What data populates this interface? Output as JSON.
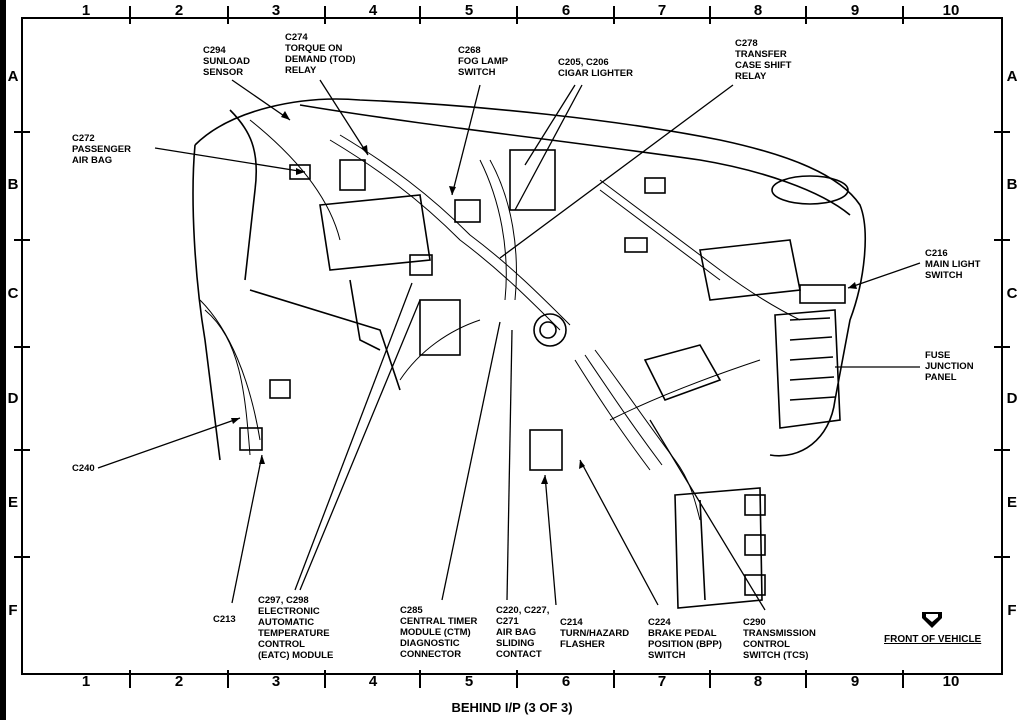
{
  "page": {
    "caption": "BEHIND I/P (3 OF 3)",
    "front_label": "FRONT OF VEHICLE"
  },
  "grid": {
    "columns": [
      "1",
      "2",
      "3",
      "4",
      "5",
      "6",
      "7",
      "8",
      "9",
      "10"
    ],
    "rows": [
      "A",
      "B",
      "C",
      "D",
      "E",
      "F"
    ]
  },
  "callouts": {
    "c294": "C294\nSUNLOAD\nSENSOR",
    "c274": "C274\nTORQUE ON\nDEMAND (TOD)\nRELAY",
    "c268": "C268\nFOG LAMP\nSWITCH",
    "c205": "C205, C206\nCIGAR LIGHTER",
    "c278": "C278\nTRANSFER\nCASE SHIFT\nRELAY",
    "c272": "C272\nPASSENGER\nAIR BAG",
    "c216": "C216\nMAIN LIGHT\nSWITCH",
    "fuse": "FUSE\nJUNCTION\nPANEL",
    "c240": "C240",
    "c213": "C213",
    "c297": "C297, C298\nELECTRONIC\nAUTOMATIC\nTEMPERATURE\nCONTROL\n(EATC) MODULE",
    "c285": "C285\nCENTRAL TIMER\nMODULE (CTM)\nDIAGNOSTIC\nCONNECTOR",
    "c220": "C220, C227,\nC271\nAIR BAG\nSLIDING\nCONTACT",
    "c214": "C214\nTURN/HAZARD\nFLASHER",
    "c224": "C224\nBRAKE PEDAL\nPOSITION (BPP)\nSWITCH",
    "c290": "C290\nTRANSMISSION\nCONTROL\nSWITCH (TCS)"
  }
}
